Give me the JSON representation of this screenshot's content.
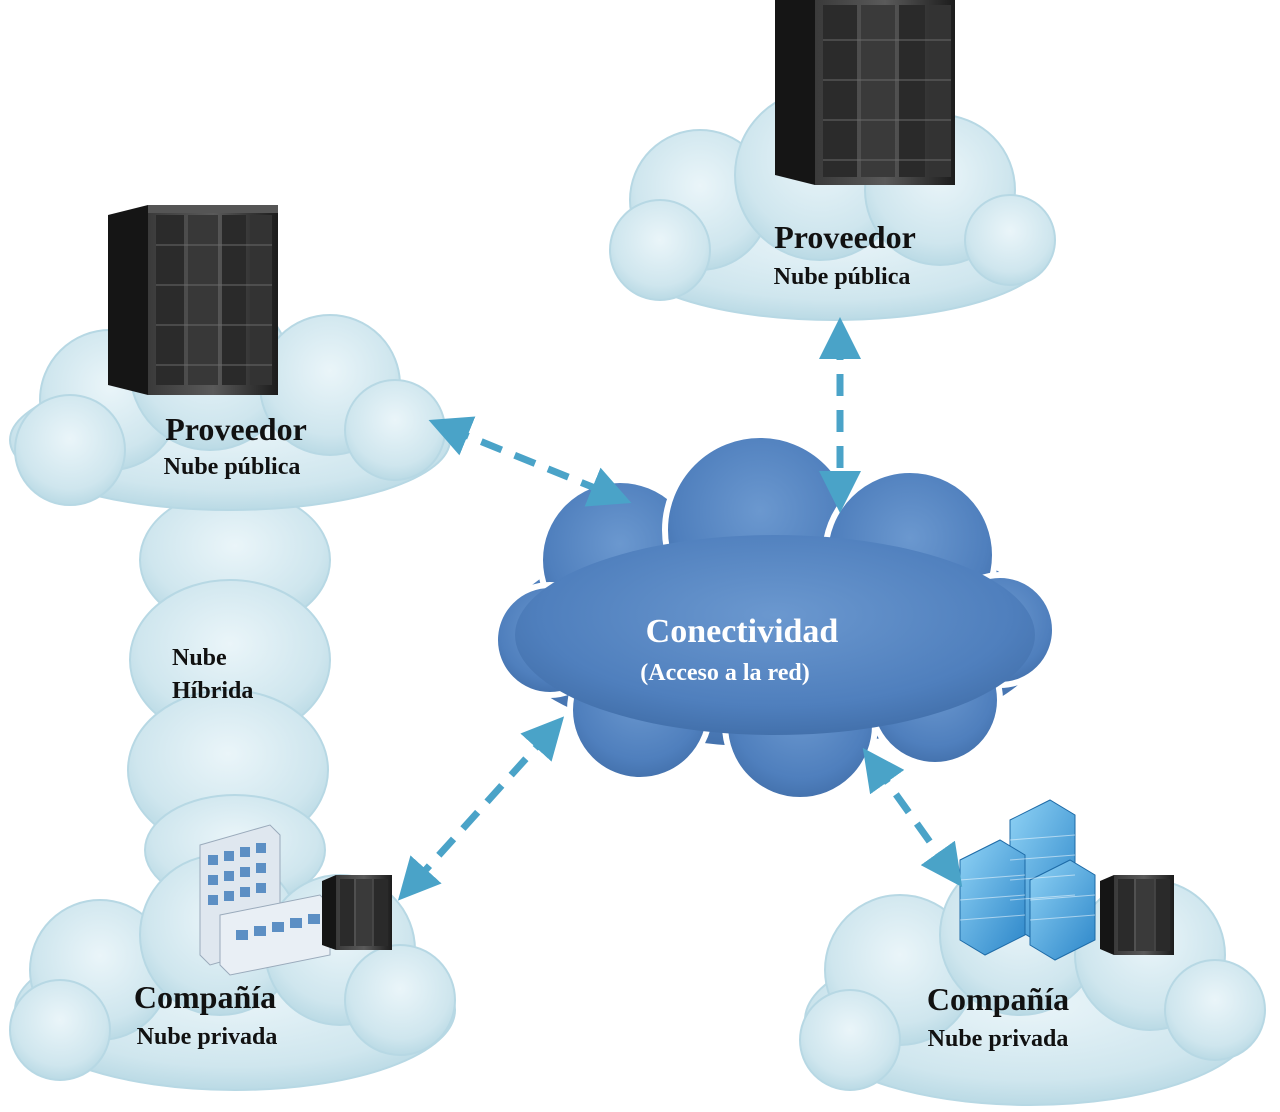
{
  "nodes": {
    "provider_left": {
      "title": "Proveedor",
      "subtitle": "Nube pública"
    },
    "provider_right": {
      "title": "Proveedor",
      "subtitle": "Nube pública"
    },
    "hybrid": {
      "line1": "Nube",
      "line2": "Híbrida"
    },
    "connectivity": {
      "title": "Conectividad",
      "subtitle": "(Acceso a la red)"
    },
    "company_left": {
      "title": "Compañía",
      "subtitle": "Nube privada"
    },
    "company_right": {
      "title": "Compañía",
      "subtitle": "Nube privada"
    }
  },
  "colors": {
    "light_cloud": "#cfe6ee",
    "light_cloud_edge": "#a9cfdc",
    "dark_cloud": "#4f7fbd",
    "dark_cloud_edge": "#3a66a0",
    "arrow": "#4aa3c8",
    "server": "#222222"
  },
  "icons": [
    "server-rack-icon",
    "office-building-icon",
    "glass-tower-icon"
  ]
}
